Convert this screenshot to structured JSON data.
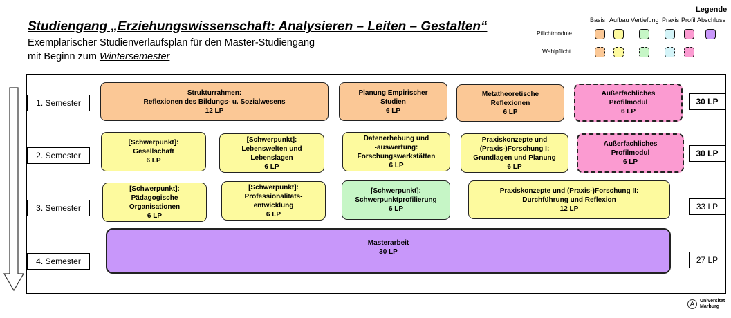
{
  "header": {
    "title": "Studiengang „Erziehungswissenschaft: Analysieren – Leiten – Gestalten“",
    "subtitle_line1": "Exemplarischer Studienverlaufsplan für den Master-Studiengang",
    "subtitle_line2_prefix": "mit Beginn zum ",
    "subtitle_line2_emph": "Wintersemester"
  },
  "legend": {
    "title": "Legende",
    "columns": [
      "Basis",
      "Aufbau",
      "Vertiefung",
      "Praxis",
      "Profil",
      "Abschluss"
    ],
    "row_required": "Pflichtmodule",
    "row_elective": "Wahlpflicht",
    "colors": {
      "Basis": "#fbc896",
      "Aufbau": "#fdfa9e",
      "Vertiefung": "#c6f6c6",
      "Praxis": "#d4f4f8",
      "Profil": "#fb9bd1",
      "Abschluss": "#c897fa"
    }
  },
  "semesters": [
    {
      "label": "1. Semester",
      "lp": "30 LP"
    },
    {
      "label": "2. Semester",
      "lp": "30 LP"
    },
    {
      "label": "3. Semester",
      "lp": "33 LP"
    },
    {
      "label": "4. Semester",
      "lp": "27 LP"
    }
  ],
  "modules": {
    "m1_struktur": {
      "l1": "Strukturrahmen:",
      "l2": "Reflexionen des Bildungs- u. Sozialwesens",
      "lp": "12 LP"
    },
    "m1_planung": {
      "l1": "Planung Empirischer",
      "l2": "Studien",
      "lp": "6 LP"
    },
    "m1_meta": {
      "l1": "Metatheoretische",
      "l2": "Reflexionen",
      "lp": "6 LP"
    },
    "m1_profil": {
      "l1": "Außerfachliches",
      "l2": "Profilmodul",
      "lp": "6 LP"
    },
    "m2_gesellschaft": {
      "l1": "[Schwerpunkt]:",
      "l2": "Gesellschaft",
      "lp": "6 LP"
    },
    "m2_lebenswelten": {
      "l1": "[Schwerpunkt]:",
      "l2": "Lebenswelten und",
      "l3": "Lebenslagen",
      "lp": "6 LP"
    },
    "m2_daten": {
      "l1": "Datenerhebung und",
      "l2": "-auswertung:",
      "l3": "Forschungswerkstätten",
      "lp": "6 LP"
    },
    "m2_praxis1": {
      "l1": "Praxiskonzepte und",
      "l2": "(Praxis-)Forschung I:",
      "l3": "Grundlagen und Planung",
      "lp": "6 LP"
    },
    "m2_profil": {
      "l1": "Außerfachliches",
      "l2": "Profilmodul",
      "lp": "6 LP"
    },
    "m3_paed": {
      "l1": "[Schwerpunkt]:",
      "l2": "Pädagogische",
      "l3": "Organisationen",
      "lp": "6 LP"
    },
    "m3_prof": {
      "l1": "[Schwerpunkt]:",
      "l2": "Professionalitäts-",
      "l3": "entwicklung",
      "lp": "6 LP"
    },
    "m3_sp": {
      "l1": "[Schwerpunkt]:",
      "l2": "Schwerpunktprofilierung",
      "lp": "6 LP"
    },
    "m3_praxis2": {
      "l1": "Praxiskonzepte und (Praxis-)Forschung II:",
      "l2": "Durchführung und Reflexion",
      "lp": "12 LP"
    },
    "m4_master": {
      "l1": "Masterarbeit",
      "lp": "30 LP"
    }
  },
  "logo": {
    "l1": "Universität",
    "l2": "Marburg"
  }
}
